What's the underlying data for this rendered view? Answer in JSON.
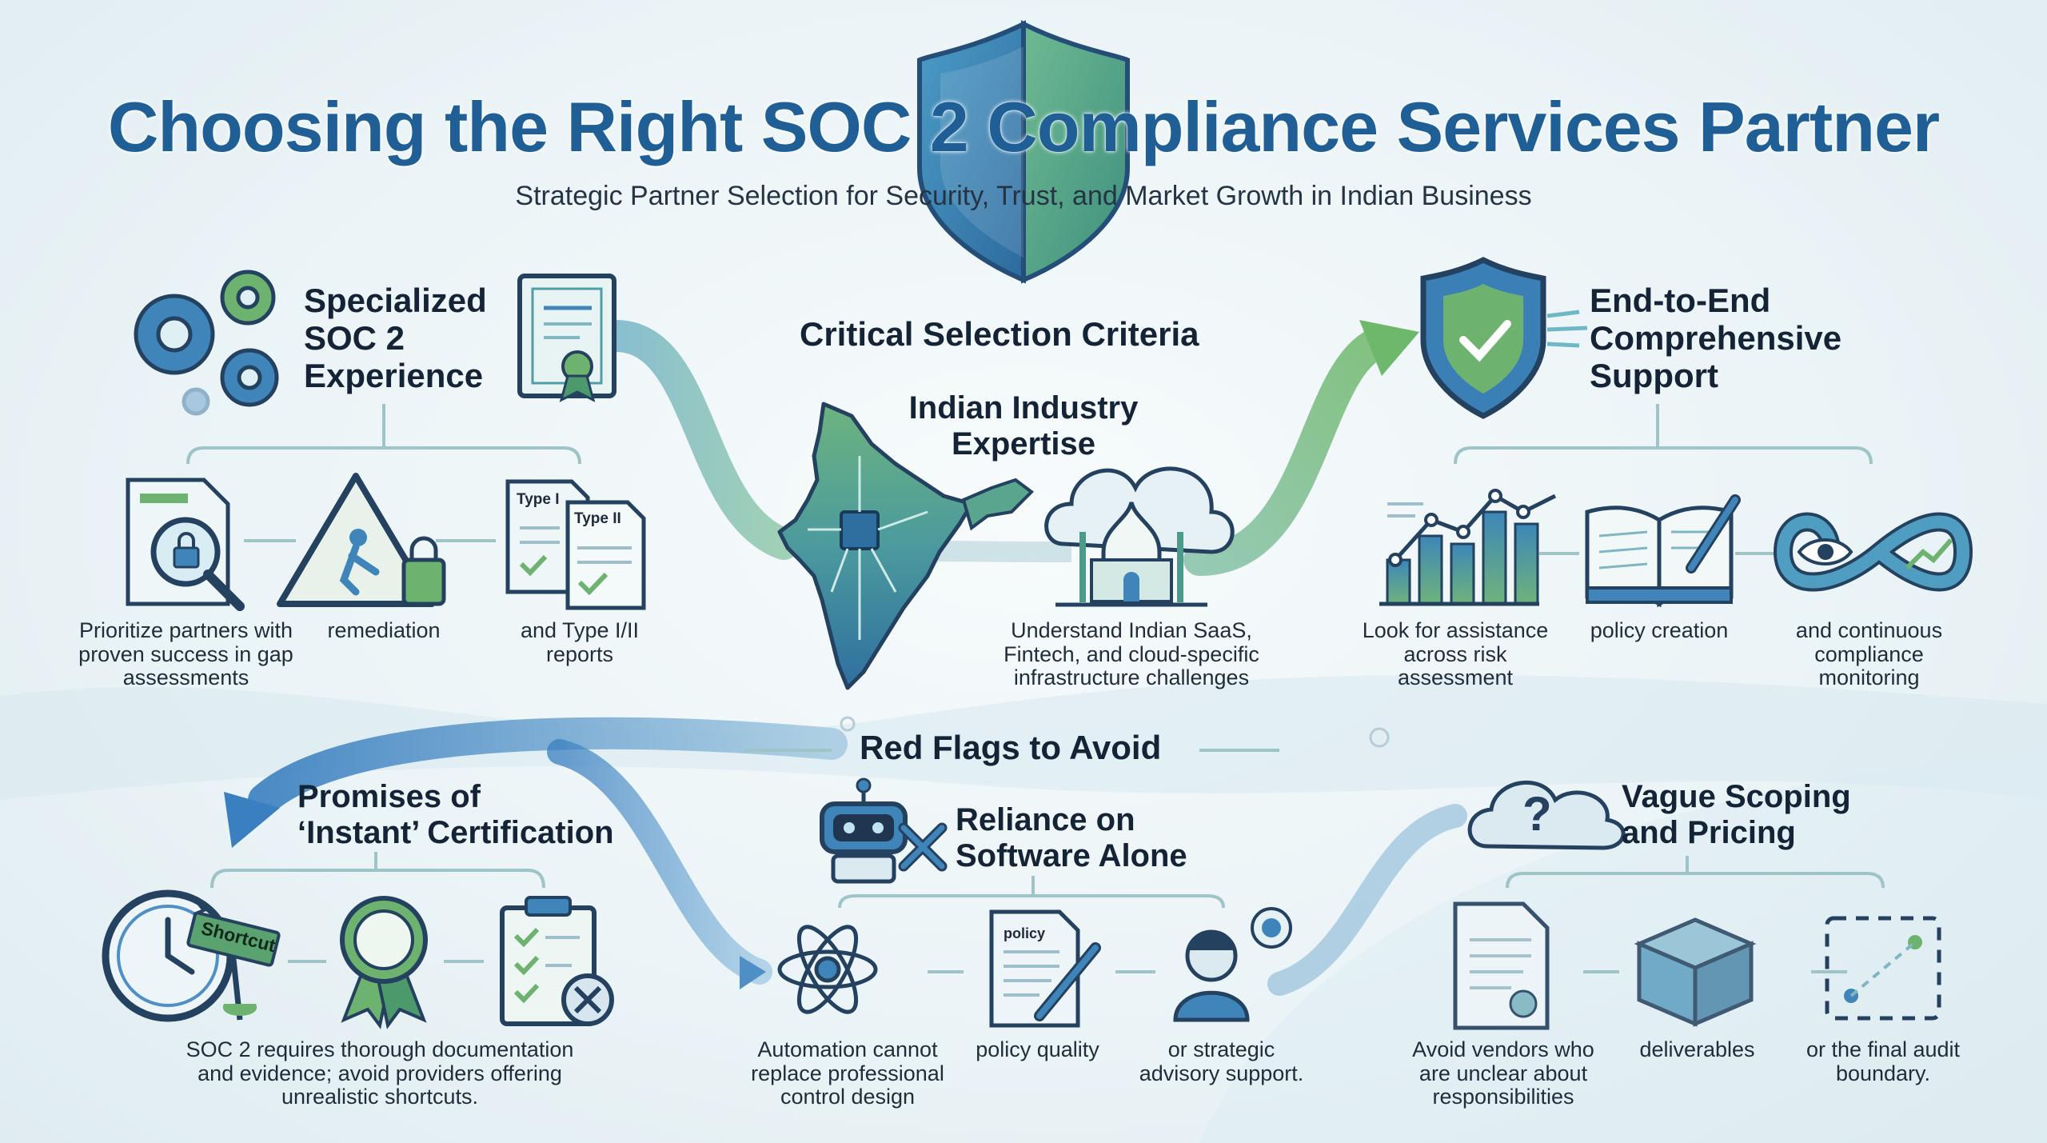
{
  "header": {
    "title": "Choosing the Right SOC 2 Compliance Services Partner",
    "subtitle": "Strategic Partner Selection for Security, Trust, and Market Growth in Indian Business"
  },
  "criteria": {
    "section_title": "Critical Selection Criteria",
    "specialized": {
      "heading_lines": [
        "Specialized",
        "SOC 2",
        "Experience"
      ],
      "items": [
        {
          "caption": "Prioritize partners with proven success in gap assessments",
          "icon": "magnifier-lock-document-icon"
        },
        {
          "caption": "remediation",
          "icon": "worker-warning-lock-icon"
        },
        {
          "caption": "and Type I/II reports",
          "icon": "type-reports-icon",
          "doc_labels": [
            "Type I",
            "Type II"
          ]
        }
      ]
    },
    "indian": {
      "heading_lines": [
        "Indian Industry",
        "Expertise"
      ],
      "caption": "Understand Indian SaaS, Fintech, and cloud-specific infrastructure challenges"
    },
    "support": {
      "heading_lines": [
        "End-to-End",
        "Comprehensive",
        "Support"
      ],
      "items": [
        {
          "caption": "Look for assistance across risk assessment",
          "icon": "bar-chart-icon"
        },
        {
          "caption": "policy creation",
          "icon": "open-book-pen-icon"
        },
        {
          "caption": "and continuous compliance monitoring",
          "icon": "infinity-eye-icon"
        }
      ]
    }
  },
  "red_flags": {
    "section_title": "Red Flags to Avoid",
    "instant": {
      "heading_lines": [
        "Promises of",
        "‘Instant’ Certification"
      ],
      "caption": "SOC 2 requires thorough documentation and evidence; avoid providers offering unrealistic shortcuts.",
      "sign_label": "Shortcut"
    },
    "software": {
      "heading_lines": [
        "Reliance on",
        "Software Alone"
      ],
      "doc_label": "policy",
      "items": [
        {
          "caption": "Automation cannot replace professional control design",
          "icon": "atom-icon"
        },
        {
          "caption": "policy quality",
          "icon": "policy-document-pen-icon"
        },
        {
          "caption": "or strategic advisory support.",
          "icon": "advisor-person-icon"
        }
      ]
    },
    "vague": {
      "heading_lines": [
        "Vague Scoping",
        "and Pricing"
      ],
      "cloud_mark": "?",
      "items": [
        {
          "caption": "Avoid vendors who are unclear about responsibilities",
          "icon": "blurry-document-icon"
        },
        {
          "caption": "deliverables",
          "icon": "blurry-box-icon"
        },
        {
          "caption": "or the final audit boundary.",
          "icon": "dashed-boundary-icon"
        }
      ]
    }
  },
  "colors": {
    "title_blue": "#1f5f96",
    "teal": "#2f8a9a",
    "green": "#6db36f",
    "dark_outline": "#24415f",
    "connector": "#9fc4c8"
  }
}
